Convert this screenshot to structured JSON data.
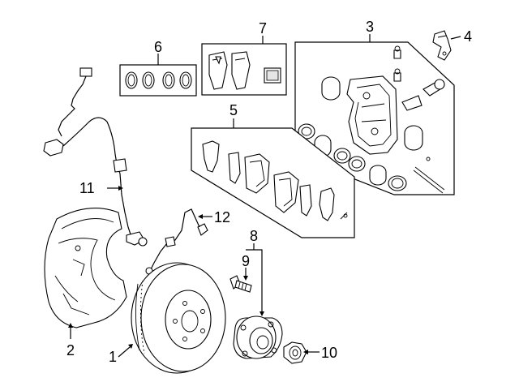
{
  "callouts": {
    "c1": "1",
    "c2": "2",
    "c3": "3",
    "c4": "4",
    "c5": "5",
    "c6": "6",
    "c7": "7",
    "c8": "8",
    "c9": "9",
    "c10": "10",
    "c11": "11",
    "c12": "12"
  },
  "parts": [
    {
      "callout": "1",
      "icon": "brake-rotor-icon"
    },
    {
      "callout": "2",
      "icon": "splash-shield-icon"
    },
    {
      "callout": "3",
      "icon": "caliper-assembly-icon"
    },
    {
      "callout": "4",
      "icon": "caliper-bracket-clip-icon"
    },
    {
      "callout": "5",
      "icon": "brake-pad-set-icon"
    },
    {
      "callout": "6",
      "icon": "caliper-seal-kit-icon"
    },
    {
      "callout": "7",
      "icon": "brake-pad-kit-icon"
    },
    {
      "callout": "8",
      "icon": "wheel-hub-assembly-icon"
    },
    {
      "callout": "9",
      "icon": "wheel-stud-icon"
    },
    {
      "callout": "10",
      "icon": "hub-nut-icon"
    },
    {
      "callout": "11",
      "icon": "abs-sensor-icon"
    },
    {
      "callout": "12",
      "icon": "wear-sensor-icon"
    }
  ]
}
